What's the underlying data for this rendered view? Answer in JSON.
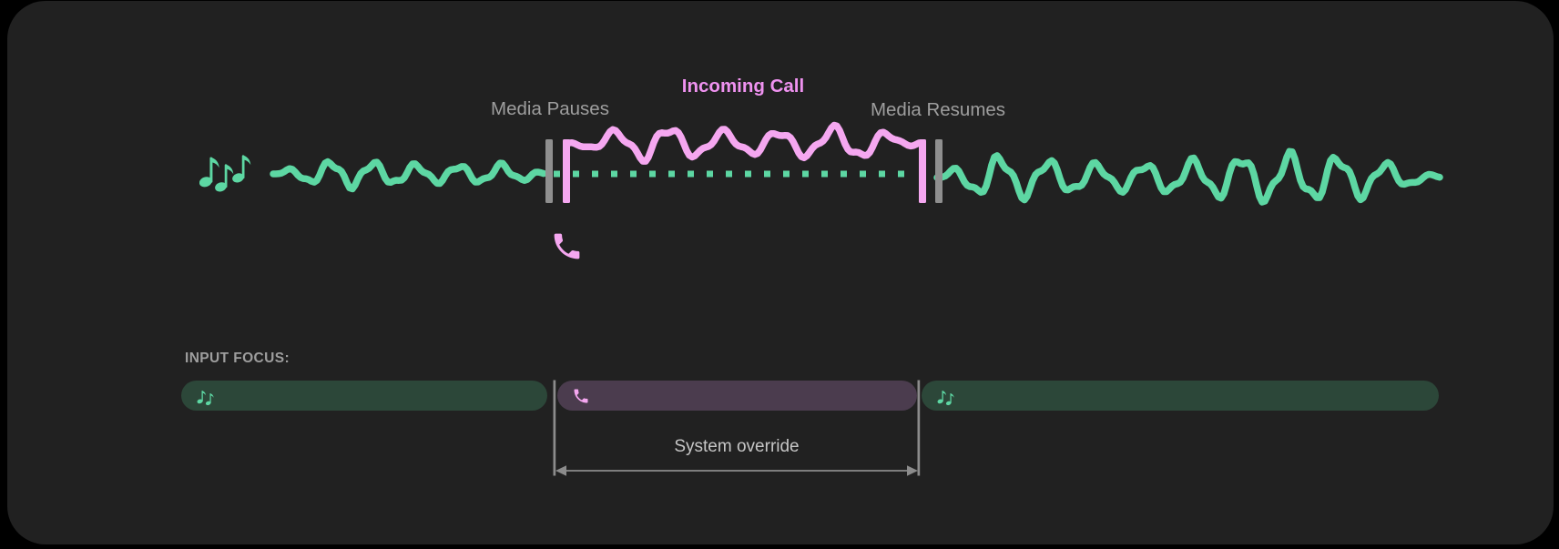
{
  "timeline": {
    "media_pauses_label": "Media Pauses",
    "incoming_call_label": "Incoming Call",
    "media_resumes_label": "Media Resumes"
  },
  "input_focus": {
    "heading": "INPUT FOCUS:",
    "system_override_label": "System override",
    "segments": [
      {
        "name": "media-before",
        "icon": "music-notes-icon"
      },
      {
        "name": "call-override",
        "icon": "phone-icon"
      },
      {
        "name": "media-after",
        "icon": "music-notes-icon"
      }
    ]
  },
  "icons": {
    "music_notes": "music-notes-icon",
    "phone": "phone-icon"
  },
  "colors": {
    "card_bg": "#212121",
    "media_green": "#5DD7A3",
    "media_track_bg": "#2C4739",
    "call_pink": "#F5A7F0",
    "call_text_pink": "#EF92F0",
    "call_track_bg": "#4B3C4E",
    "pause_marker_gray": "#8F8F8F",
    "label_gray": "#9E9E9E",
    "annotation_line_gray": "#8C8C8C",
    "annotation_text_gray": "#C6C6C6"
  }
}
